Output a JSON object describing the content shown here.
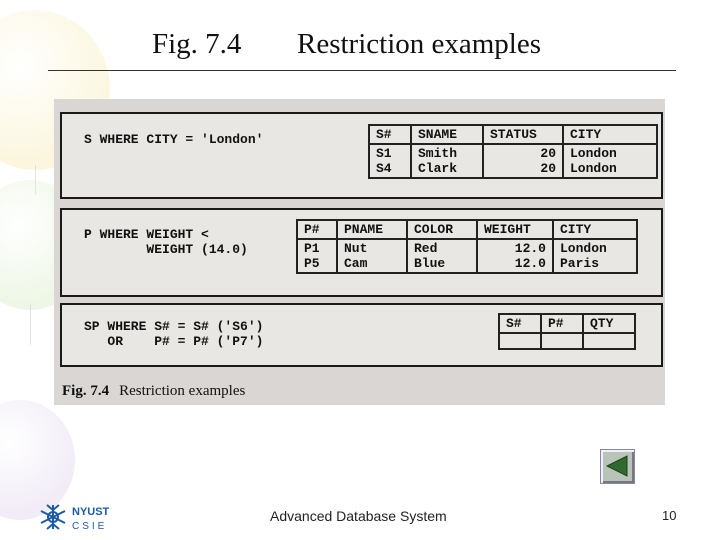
{
  "slide": {
    "fig_label": "Fig. 7.4",
    "title": "Restriction examples",
    "footer": "Advanced Database System",
    "page_number": "10"
  },
  "logo": {
    "line1": "NYUST",
    "line2": "CSIE"
  },
  "figure": {
    "caption_label": "Fig. 7.4",
    "caption_text": "Restriction examples",
    "examples": [
      {
        "expression": "S WHERE CITY = 'London'",
        "headers": [
          "S#",
          "SNAME",
          "STATUS",
          "CITY"
        ],
        "rows": [
          [
            "S1",
            "Smith",
            "20",
            "London"
          ],
          [
            "S4",
            "Clark",
            "20",
            "London"
          ]
        ]
      },
      {
        "expression": "P WHERE WEIGHT <\n        WEIGHT (14.0)",
        "headers": [
          "P#",
          "PNAME",
          "COLOR",
          "WEIGHT",
          "CITY"
        ],
        "rows": [
          [
            "P1",
            "Nut",
            "Red",
            "12.0",
            "London"
          ],
          [
            "P5",
            "Cam",
            "Blue",
            "12.0",
            "Paris"
          ]
        ]
      },
      {
        "expression": "SP WHERE S# = S# ('S6')\n   OR    P# = P# ('P7')",
        "headers": [
          "S#",
          "P#",
          "QTY"
        ],
        "rows": []
      }
    ]
  },
  "nav": {
    "icon": "triangle-left-icon",
    "color": "#2f6b2f"
  }
}
